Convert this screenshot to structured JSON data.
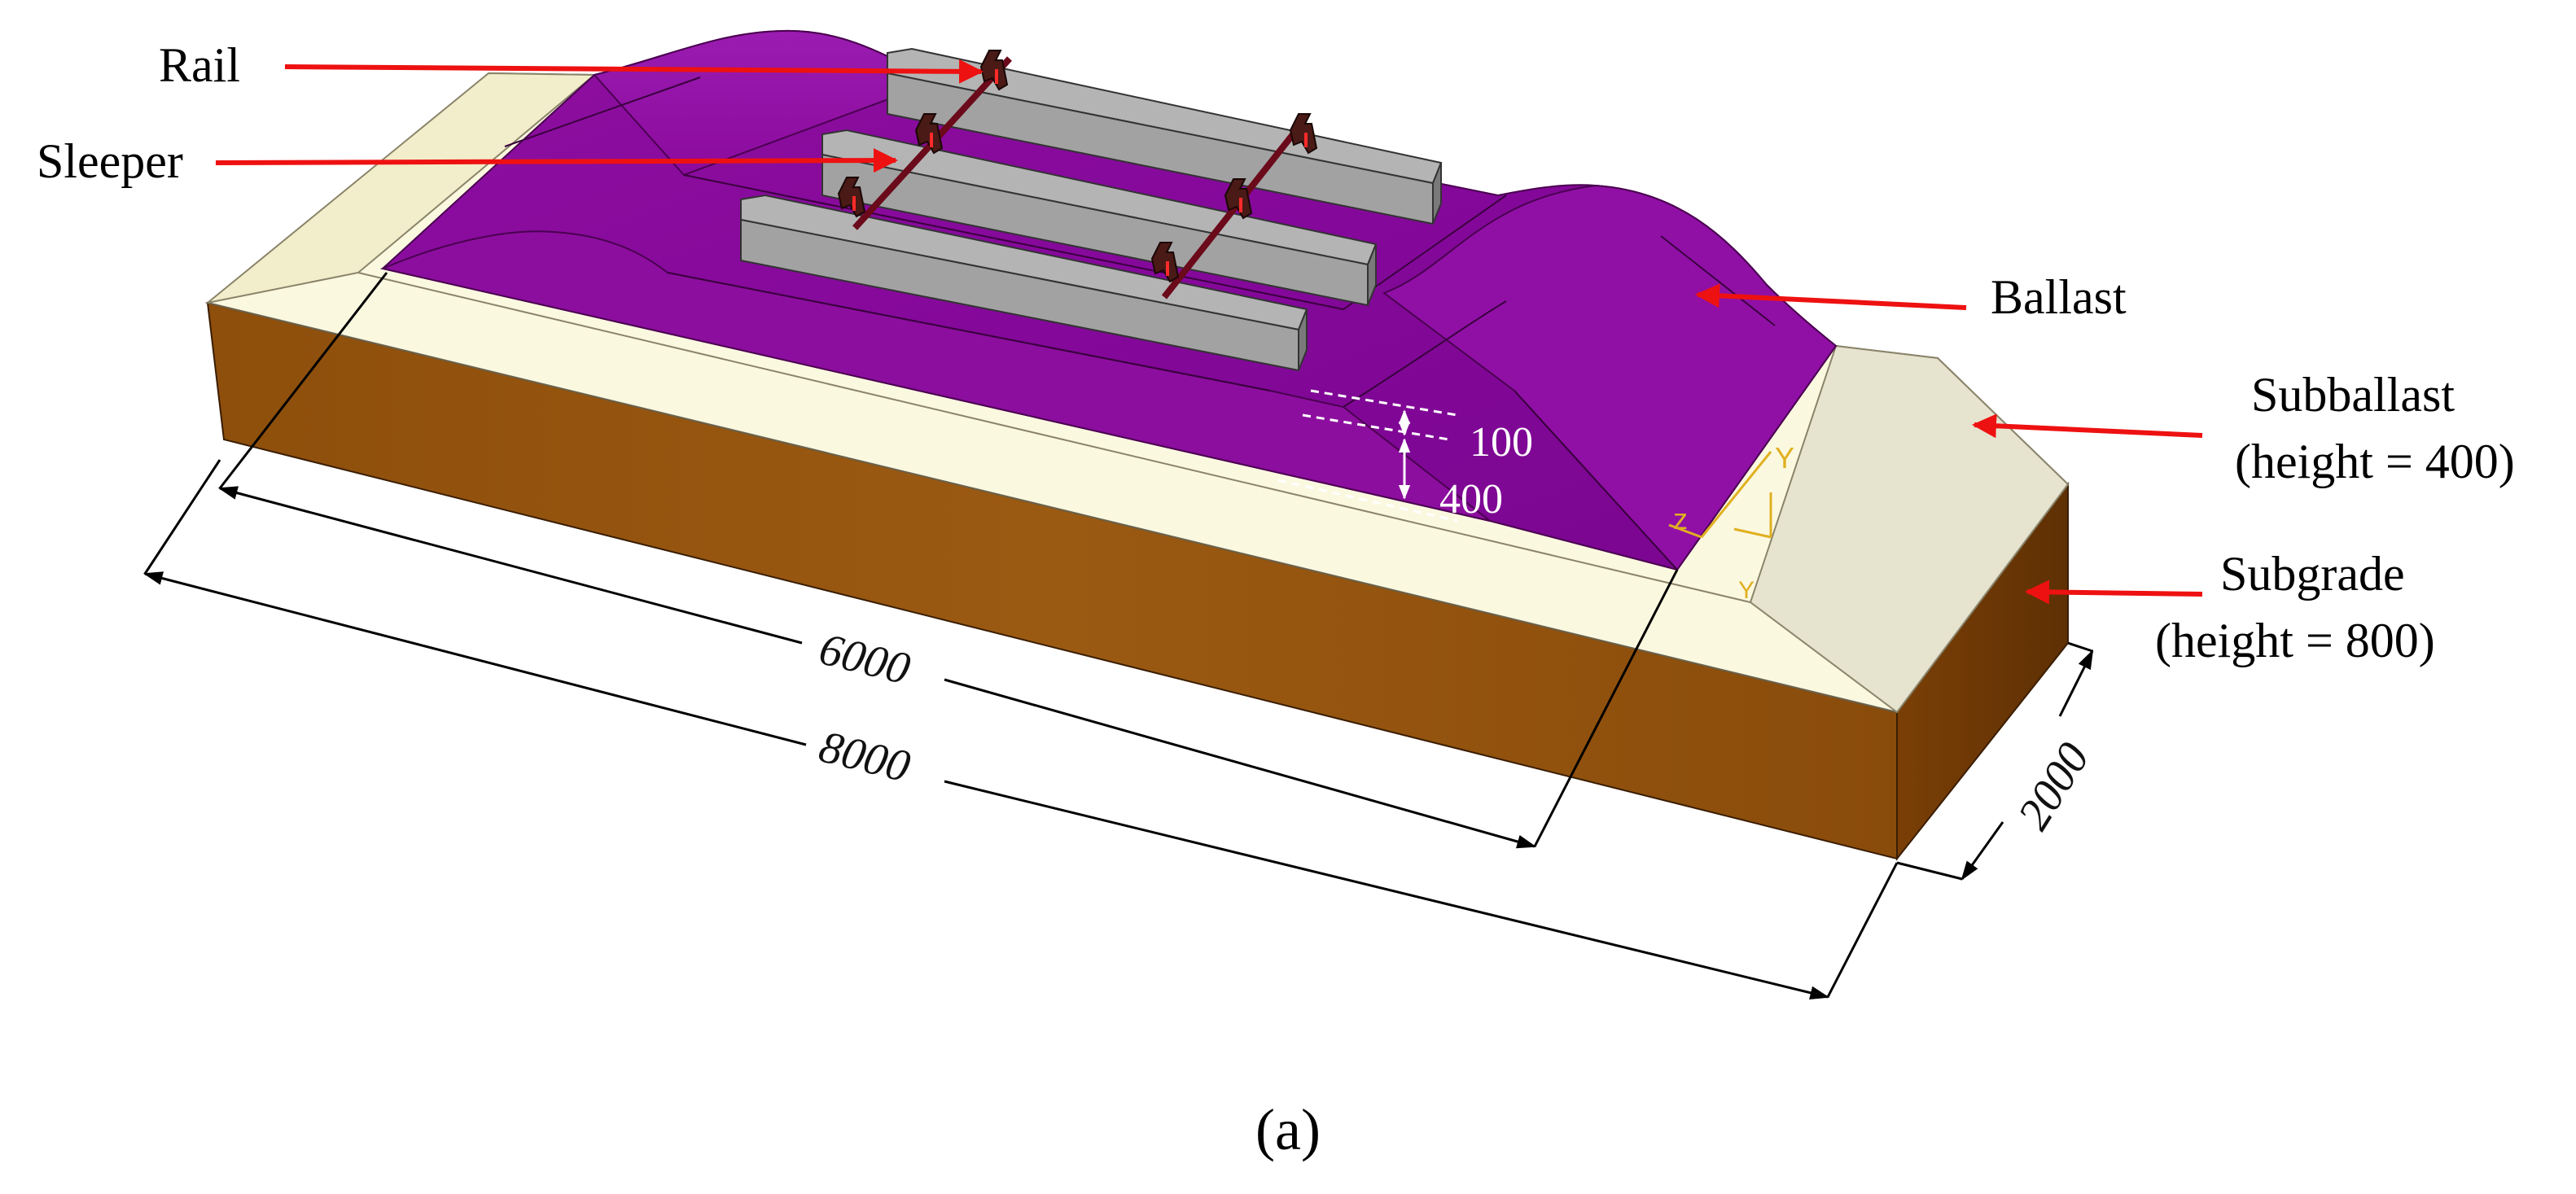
{
  "labels": {
    "rail": "Rail",
    "sleeper": "Sleeper",
    "ballast": "Ballast",
    "subballast": "Subballast",
    "subballast_height": "(height = 400)",
    "subgrade": "Subgrade",
    "subgrade_height": "(height = 800)"
  },
  "dimensions": {
    "d6000": "6000",
    "d8000": "8000",
    "d2000": "2000",
    "d100": "100",
    "d400": "400"
  },
  "axes": {
    "z": "z",
    "y1": "Y",
    "y2": "Y"
  },
  "caption": "(a)",
  "colors": {
    "subgrade": "#9a5a12",
    "subballast": "#faf6dc",
    "ballast": "#8a0a96",
    "sleeper": "#a8a8a8",
    "rail": "#5a1f1a",
    "arrow": "#ee1111"
  }
}
